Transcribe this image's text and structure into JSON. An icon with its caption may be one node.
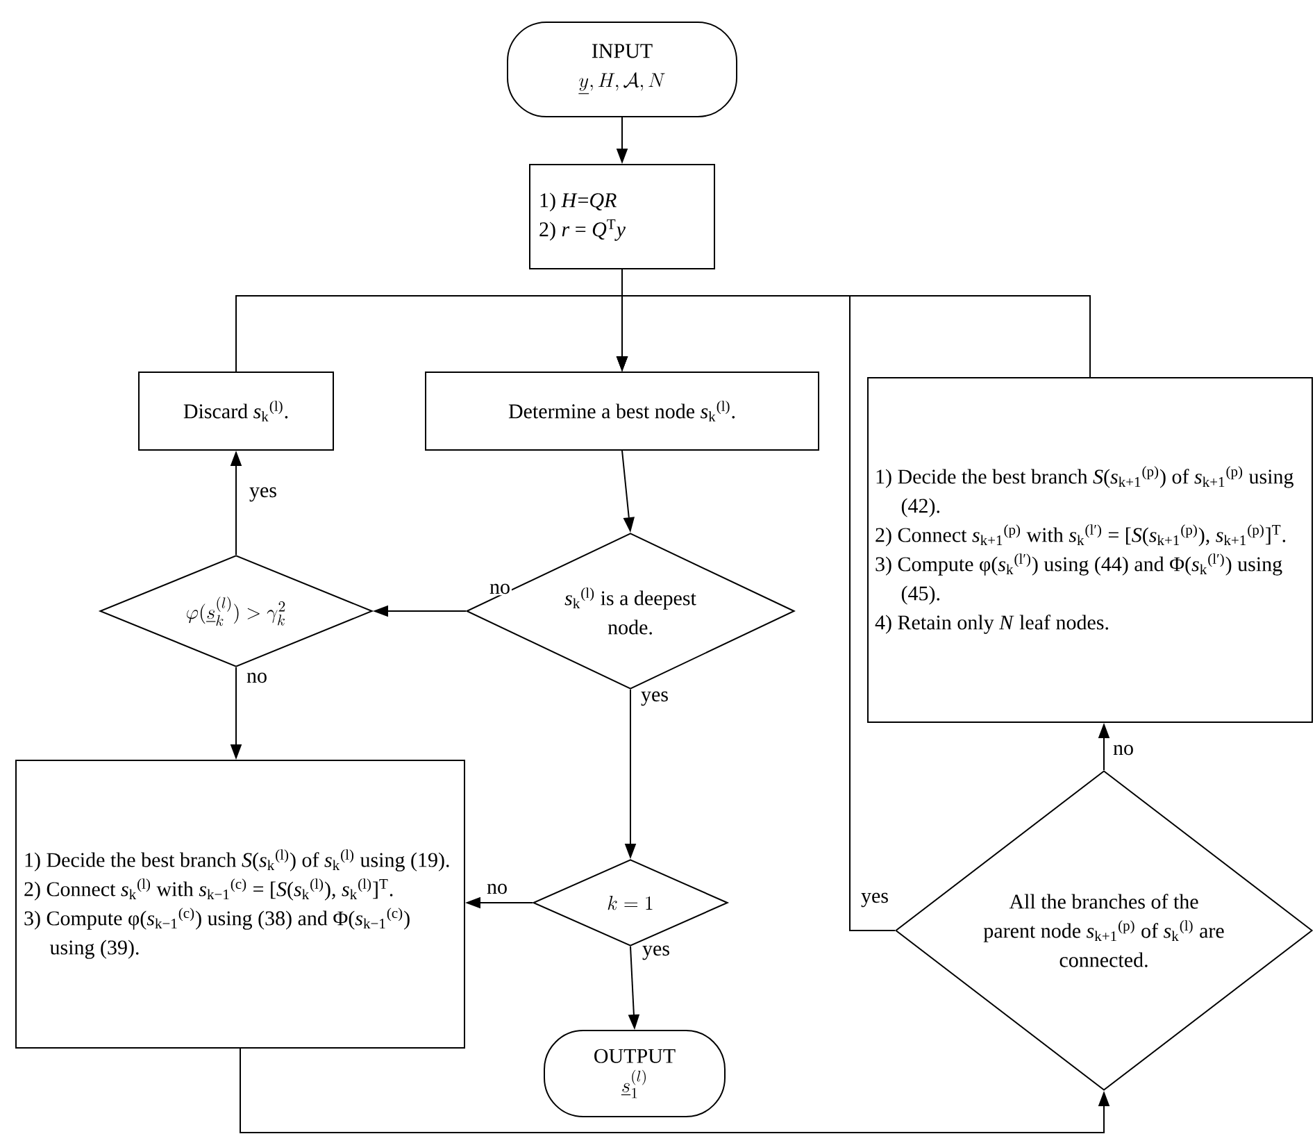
{
  "diagram": {
    "nodes": [
      {
        "text": [
          "INPUT",
          "\\underline{y}, H, \\mathcal{A}, N"
        ]
      },
      {
        "text": [
          "1) *H*=*QR*",
          "2) *r* = *Q*$^{T}$*y*"
        ]
      },
      {
        "text": [
          "Discard *s*$_{k}$$^{(l)}$."
        ]
      },
      {
        "text": [
          "Determine a best node *s*$_{k}$$^{(l)}$."
        ]
      },
      {
        "text": [
          "1) Decide the best branch *S*(*s*$_{k+1}$$^{(p)}$) of *s*$_{k+1}$$^{(p)}$ using (42).",
          "2) Connect *s*$_{k+1}$$^{(p)}$ with *s*$_{k}$$^{(l′)}$ = [*S*(*s*$_{k+1}$$^{(p)}$), *s*$_{k+1}$$^{(p)}$]$^{T}$.",
          "3) Compute φ(*s*$_{k}$$^{(l′)}$) using (44) and Φ(*s*$_{k}$$^{(l′)}$) using (45).",
          "4) Retain only *N* leaf nodes."
        ]
      },
      {
        "text": [
          "*s*$_{k}$$^{(l)}$ is a deepest node."
        ]
      },
      {
        "text": [
          "\\varphi(\\underline{s}_k^{(l)}) > \\gamma_k^2"
        ]
      },
      {
        "text": [
          "1) Decide the best branch *S*(*s*$_{k}$$^{(l)}$) of *s*$_{k}$$^{(l)}$ using (19).",
          "2) Connect *s*$_{k}$$^{(l)}$ with *s*$_{k−1}$$^{(c)}$ = [*S*(*s*$_{k}$$^{(l)}$), *s*$_{k}$$^{(l)}$]$^{T}$.",
          "3) Compute φ(*s*$_{k−1}$$^{(c)}$) using (38) and Φ(*s*$_{k−1}$$^{(c)}$) using (39)."
        ]
      },
      {
        "text": [
          "k=1"
        ]
      },
      {
        "text": [
          "OUTPUT",
          "\\underline{s}_1^{(l)}"
        ]
      },
      {
        "text": [
          "All the branches of the parent node *s*$_{k+1}$$^{(p)}$ of *s*$_{k}$$^{(l)}$ are connected."
        ]
      }
    ],
    "edges": [
      {
        "from": 0,
        "to": 1,
        "arrow": "to"
      },
      {
        "from": 1,
        "to": 3,
        "arrow": "to"
      },
      {
        "from": 2,
        "to": 3,
        "arrow": "to"
      },
      {
        "from": 4,
        "to": 3,
        "arrow": "to"
      },
      {
        "from": 3,
        "to": 5,
        "arrow": "to"
      },
      {
        "from": 5,
        "to": 6,
        "arrow": "to",
        "label": "no"
      },
      {
        "from": 6,
        "to": 2,
        "arrow": "to",
        "label": "yes"
      },
      {
        "from": 6,
        "to": 7,
        "arrow": "to",
        "label": "no"
      },
      {
        "from": 5,
        "to": 8,
        "arrow": "to",
        "label": "yes"
      },
      {
        "from": 8,
        "to": 7,
        "arrow": "to",
        "label": "no"
      },
      {
        "from": 8,
        "to": 9,
        "arrow": "to",
        "label": "yes"
      },
      {
        "from": 7,
        "to": 10,
        "arrow": "to"
      },
      {
        "from": 10,
        "to": 4,
        "arrow": "to",
        "label": "no"
      },
      {
        "from": 10,
        "to": 3,
        "arrow": "to",
        "label": "yes"
      }
    ]
  }
}
